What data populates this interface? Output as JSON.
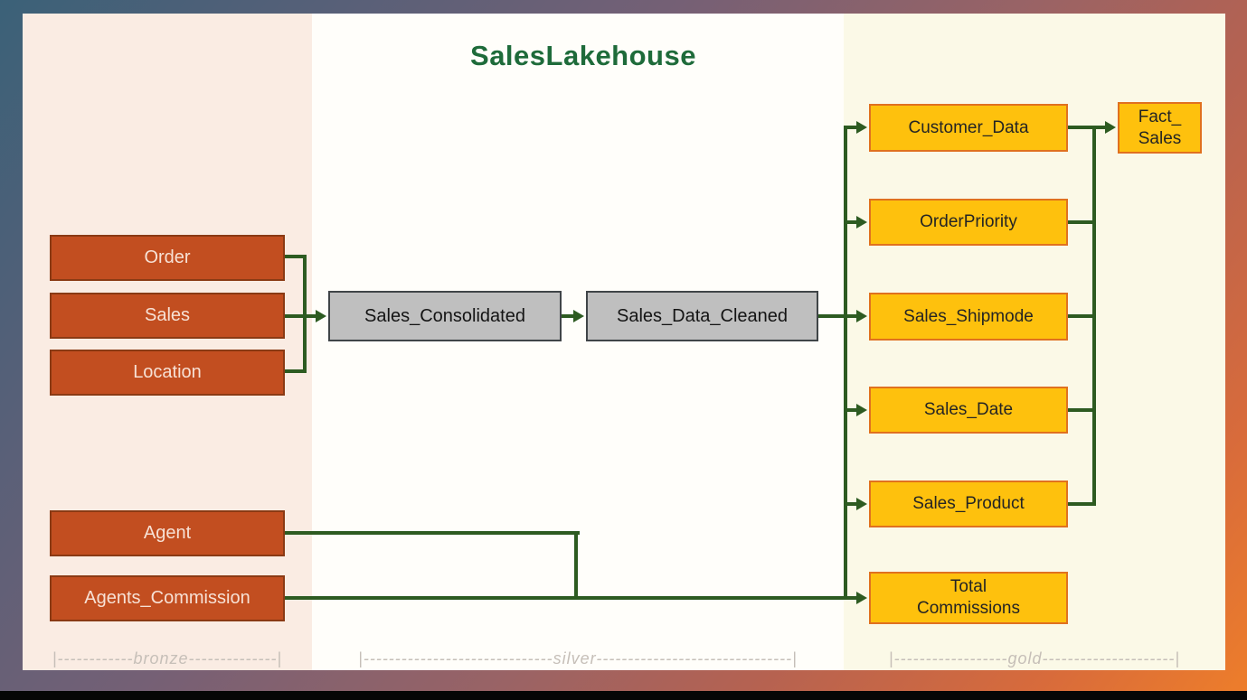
{
  "title": "SalesLakehouse",
  "layers": {
    "bronze": {
      "scale_label": "|------------bronze--------------|",
      "nodes": [
        {
          "label": "Order"
        },
        {
          "label": "Sales"
        },
        {
          "label": "Location"
        },
        {
          "label": "Agent"
        },
        {
          "label": "Agents_Commission"
        }
      ]
    },
    "silver": {
      "scale_label": "|------------------------------silver-------------------------------|",
      "nodes": [
        {
          "label": "Sales_Consolidated"
        },
        {
          "label": "Sales_Data_Cleaned"
        }
      ]
    },
    "gold": {
      "scale_label": "|------------------gold---------------------|",
      "nodes": [
        {
          "label": "Customer_Data"
        },
        {
          "label": "OrderPriority"
        },
        {
          "label": "Sales_Shipmode"
        },
        {
          "label": "Sales_Date"
        },
        {
          "label": "Sales_Product"
        },
        {
          "lines": [
            "Total",
            "Commissions"
          ]
        }
      ],
      "fact_node": {
        "lines": [
          "Fact_",
          "Sales"
        ]
      }
    }
  },
  "colors": {
    "title_green": "#1e6b3a",
    "connector_green": "#2d5b21",
    "bronze_fill": "#c24e20",
    "bronze_border": "#8a3a14",
    "bronze_text": "#f7e1d5",
    "silver_fill": "#bfbfbf",
    "silver_border": "#404548",
    "gold_fill": "#fec10d",
    "gold_border": "#e0711f",
    "bronze_band": "#faece3",
    "silver_band": "#fffefa",
    "gold_band": "#fbf9e7"
  }
}
